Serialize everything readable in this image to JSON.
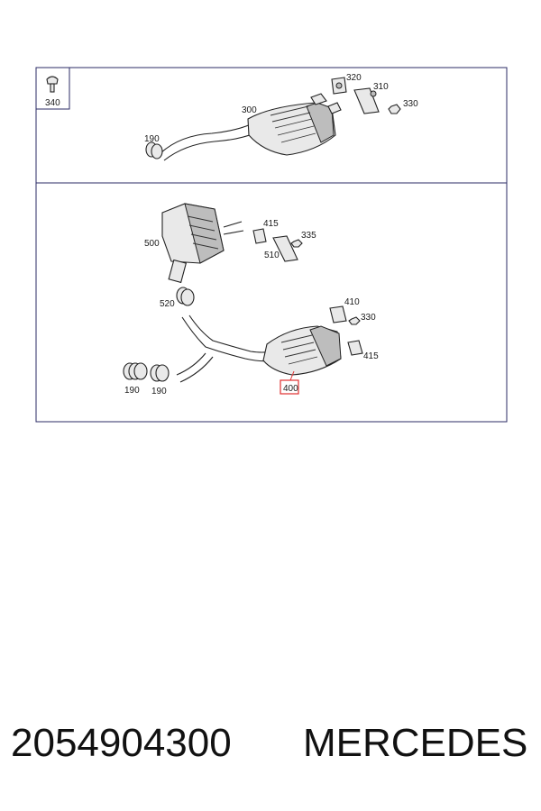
{
  "diagram": {
    "top_panel": {
      "inset_label": "340",
      "labels": {
        "p300": "300",
        "p190": "190",
        "p320": "320",
        "p310": "310",
        "p330": "330"
      }
    },
    "bottom_panel": {
      "labels": {
        "p500": "500",
        "p415a": "415",
        "p335": "335",
        "p510": "510",
        "p520": "520",
        "p410": "410",
        "p330": "330",
        "p415b": "415",
        "p190a": "190",
        "p190b": "190",
        "p400": "400"
      },
      "highlighted_part": "400",
      "highlight_color": "#e03030"
    }
  },
  "caption": {
    "part_number": "2054904300",
    "brand": "MERCEDES"
  }
}
